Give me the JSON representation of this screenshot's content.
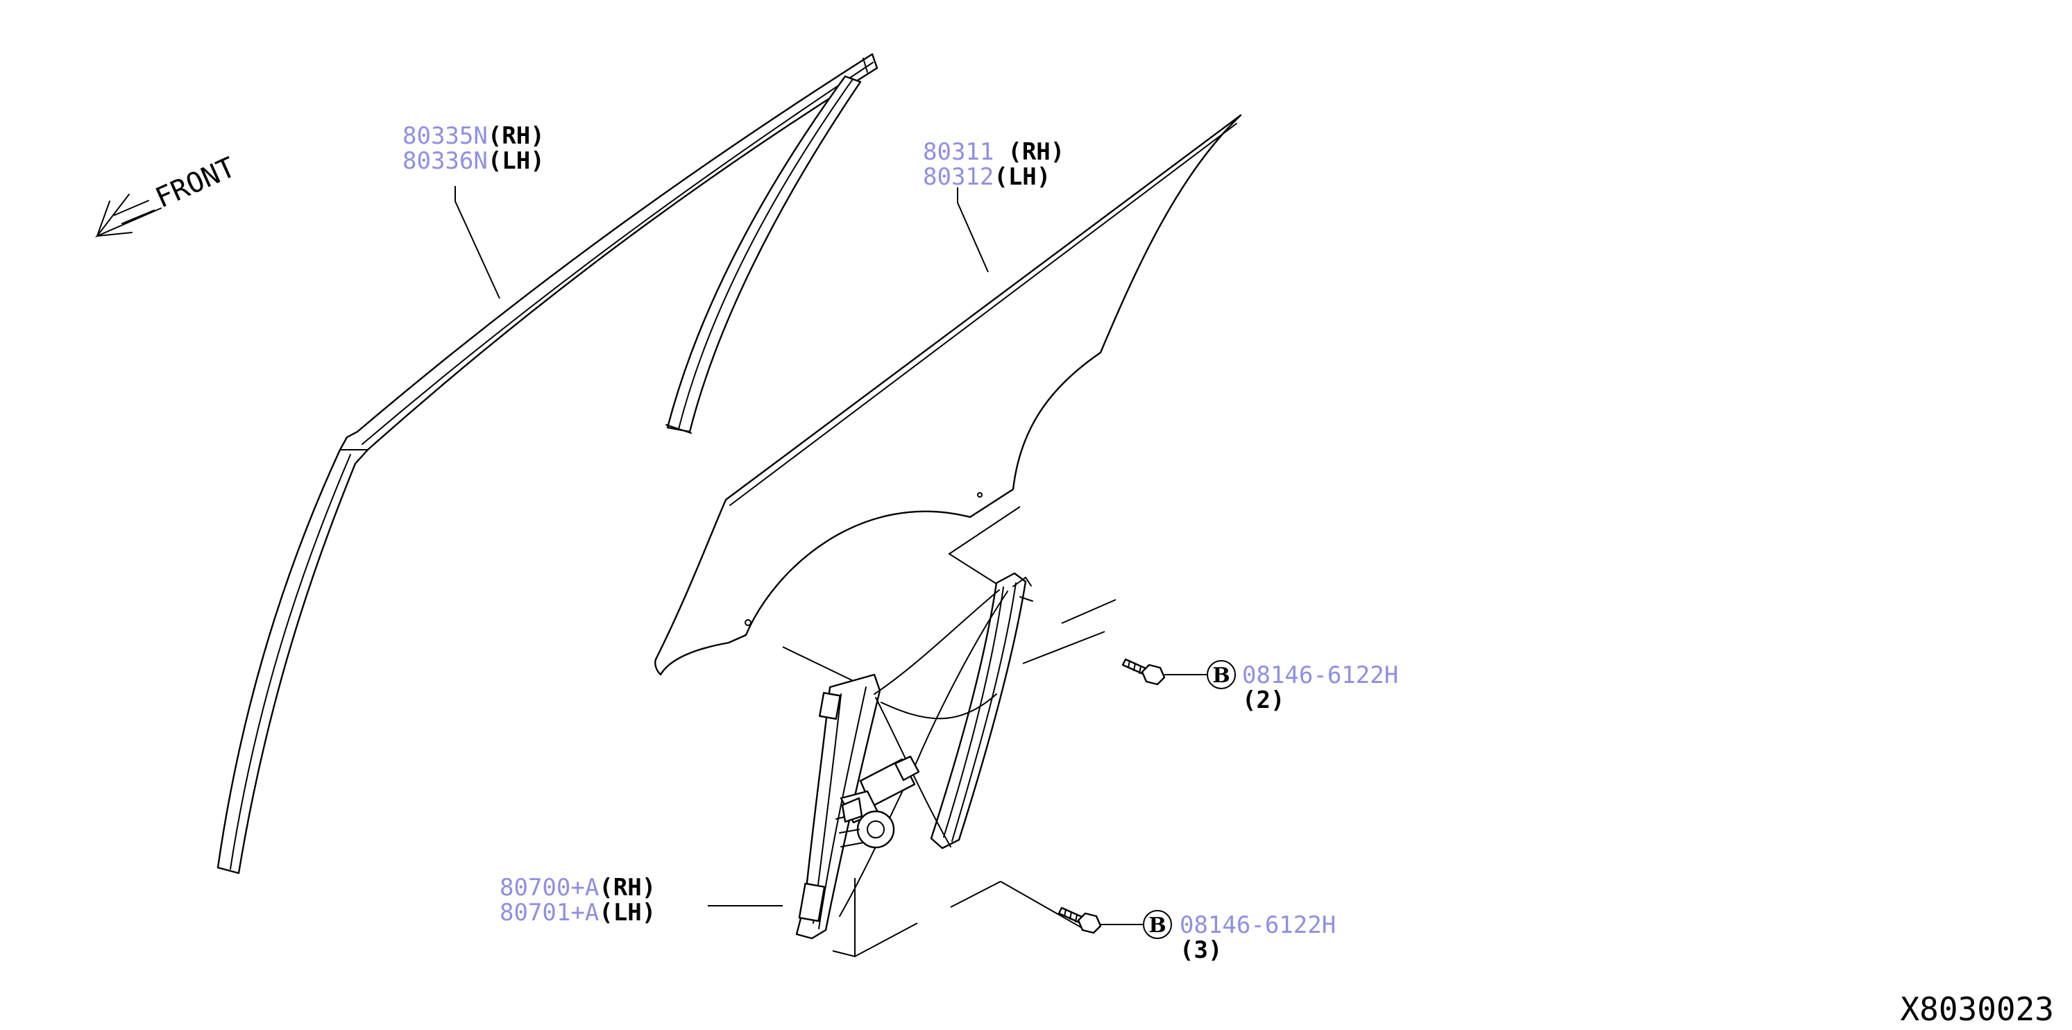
{
  "colors": {
    "part_number": "#8f8fe6",
    "line": "#000000",
    "background": "#ffffff"
  },
  "front_label": "FRONT",
  "diagram_code": "X8030023",
  "callouts": {
    "molding_rh": {
      "number": "80335N",
      "side": "(RH)"
    },
    "molding_lh": {
      "number": "80336N",
      "side": "(LH)"
    },
    "glass_rh": {
      "number": "80311",
      "side": "(RH)"
    },
    "glass_lh": {
      "number": "80312",
      "side": "(LH)"
    },
    "regulator_rh": {
      "number": "80700+A",
      "side": "(RH)"
    },
    "regulator_lh": {
      "number": "80701+A",
      "side": "(LH)"
    },
    "bolt_upper": {
      "letter": "B",
      "number": "08146-6122H",
      "qty": "(2)"
    },
    "bolt_lower": {
      "letter": "B",
      "number": "08146-6122H",
      "qty": "(3)"
    }
  }
}
